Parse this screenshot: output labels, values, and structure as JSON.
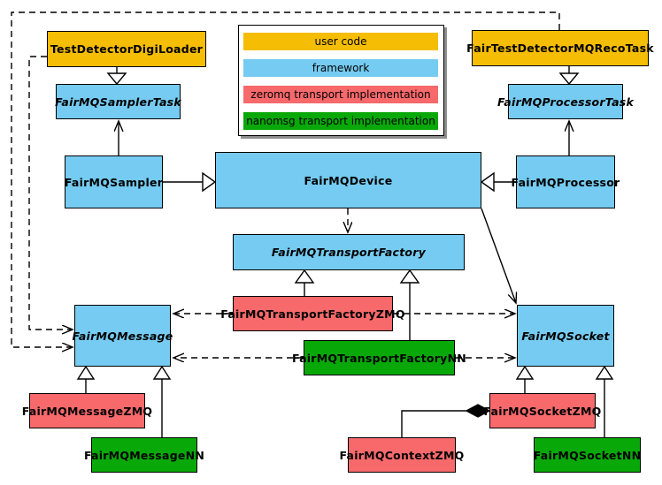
{
  "diagram": {
    "kind": "uml-class-diagram",
    "subject": "FairMQ framework class relationships"
  },
  "colors": {
    "user_code": "#f5bd04",
    "framework": "#75cbf1",
    "zeromq": "#f7696b",
    "nanomsg": "#09a809",
    "border": "#000000",
    "legend_shadow": "#8f8f8f",
    "background": "#ffffff"
  },
  "legend": {
    "items": [
      {
        "label": "user code",
        "color": "#f5bd04",
        "category": "user-code"
      },
      {
        "label": "framework",
        "color": "#75cbf1",
        "category": "framework"
      },
      {
        "label": "zeromq transport implementation",
        "color": "#f7696b",
        "category": "zeromq"
      },
      {
        "label": "nanomsg transport implementation",
        "color": "#09a809",
        "category": "nanomsg"
      }
    ]
  },
  "classes": {
    "test_detector_digi_loader": {
      "label": "TestDetectorDigiLoader",
      "category": "user-code",
      "abstract": false
    },
    "fair_test_detector_mq_reco_task": {
      "label": "FairTestDetectorMQRecoTask",
      "category": "user-code",
      "abstract": false
    },
    "fairmq_sampler_task": {
      "label": "FairMQSamplerTask",
      "category": "framework",
      "abstract": true
    },
    "fairmq_processor_task": {
      "label": "FairMQProcessorTask",
      "category": "framework",
      "abstract": true
    },
    "fairmq_sampler": {
      "label": "FairMQSampler",
      "category": "framework",
      "abstract": false
    },
    "fairmq_device": {
      "label": "FairMQDevice",
      "category": "framework",
      "abstract": false
    },
    "fairmq_processor": {
      "label": "FairMQProcessor",
      "category": "framework",
      "abstract": false
    },
    "fairmq_transport_factory": {
      "label": "FairMQTransportFactory",
      "category": "framework",
      "abstract": true
    },
    "fairmq_transport_factory_zmq": {
      "label": "FairMQTransportFactoryZMQ",
      "category": "zeromq",
      "abstract": false
    },
    "fairmq_transport_factory_nn": {
      "label": "FairMQTransportFactoryNN",
      "category": "nanomsg",
      "abstract": false
    },
    "fairmq_message": {
      "label": "FairMQMessage",
      "category": "framework",
      "abstract": true
    },
    "fairmq_socket": {
      "label": "FairMQSocket",
      "category": "framework",
      "abstract": true
    },
    "fairmq_message_zmq": {
      "label": "FairMQMessageZMQ",
      "category": "zeromq",
      "abstract": false
    },
    "fairmq_message_nn": {
      "label": "FairMQMessageNN",
      "category": "nanomsg",
      "abstract": false
    },
    "fairmq_context_zmq": {
      "label": "FairMQContextZMQ",
      "category": "zeromq",
      "abstract": false
    },
    "fairmq_socket_zmq": {
      "label": "FairMQSocketZMQ",
      "category": "zeromq",
      "abstract": false
    },
    "fairmq_socket_nn": {
      "label": "FairMQSocketNN",
      "category": "nanomsg",
      "abstract": false
    }
  },
  "relationships": [
    {
      "from": "TestDetectorDigiLoader",
      "to": "FairMQSamplerTask",
      "type": "inheritance"
    },
    {
      "from": "FairTestDetectorMQRecoTask",
      "to": "FairMQProcessorTask",
      "type": "inheritance"
    },
    {
      "from": "FairMQSampler",
      "to": "FairMQDevice",
      "type": "inheritance"
    },
    {
      "from": "FairMQProcessor",
      "to": "FairMQDevice",
      "type": "inheritance"
    },
    {
      "from": "FairMQTransportFactoryZMQ",
      "to": "FairMQTransportFactory",
      "type": "inheritance"
    },
    {
      "from": "FairMQTransportFactoryNN",
      "to": "FairMQTransportFactory",
      "type": "inheritance"
    },
    {
      "from": "FairMQMessageZMQ",
      "to": "FairMQMessage",
      "type": "inheritance"
    },
    {
      "from": "FairMQMessageNN",
      "to": "FairMQMessage",
      "type": "inheritance"
    },
    {
      "from": "FairMQSocketZMQ",
      "to": "FairMQSocket",
      "type": "inheritance"
    },
    {
      "from": "FairMQSocketNN",
      "to": "FairMQSocket",
      "type": "inheritance"
    },
    {
      "from": "FairMQSampler",
      "to": "FairMQSamplerTask",
      "type": "association"
    },
    {
      "from": "FairMQProcessor",
      "to": "FairMQProcessorTask",
      "type": "association"
    },
    {
      "from": "FairMQDevice",
      "to": "FairMQSocket",
      "type": "association"
    },
    {
      "from": "FairMQDevice",
      "to": "FairMQTransportFactory",
      "type": "dependency"
    },
    {
      "from": "FairMQTransportFactoryZMQ",
      "to": "FairMQMessage",
      "type": "dependency"
    },
    {
      "from": "FairMQTransportFactoryZMQ",
      "to": "FairMQSocket",
      "type": "dependency"
    },
    {
      "from": "FairMQTransportFactoryNN",
      "to": "FairMQMessage",
      "type": "dependency"
    },
    {
      "from": "FairMQTransportFactoryNN",
      "to": "FairMQSocket",
      "type": "dependency"
    },
    {
      "from": "TestDetectorDigiLoader",
      "to": "FairMQMessage",
      "type": "dependency"
    },
    {
      "from": "FairTestDetectorMQRecoTask",
      "to": "FairMQMessage",
      "type": "dependency"
    },
    {
      "from": "FairMQContextZMQ",
      "to": "FairMQSocketZMQ",
      "type": "composition"
    }
  ]
}
